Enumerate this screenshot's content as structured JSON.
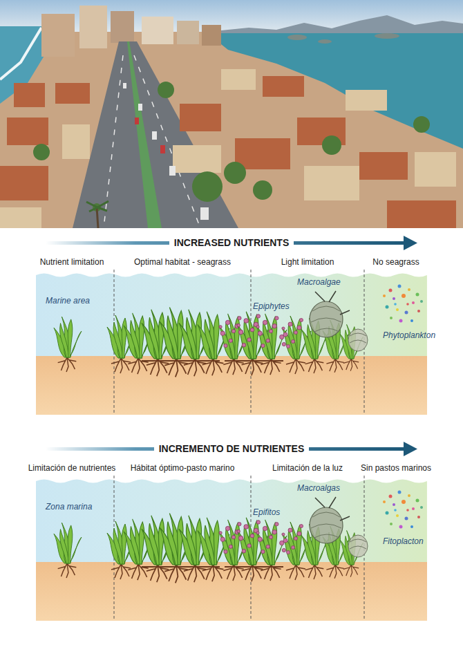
{
  "diagram": {
    "labels": [
      "INCREASED NUTRIENTS",
      "Nutrient limitation",
      "Optimal habitat - seagrass",
      "Light limitation",
      "No seagrass",
      "Marine area",
      "Epiphytes",
      "Macroalgae",
      "Phytoplankton",
      "INCREMENTO DE NUTRIENTES",
      "Limitación de nutrientes",
      "Hábitat óptimo-pasto marino",
      "Limitación de la luz",
      "Sin pastos marinos",
      "Zona marina",
      "Epifitos",
      "Macroalgas",
      "Fitoplacton"
    ]
  }
}
